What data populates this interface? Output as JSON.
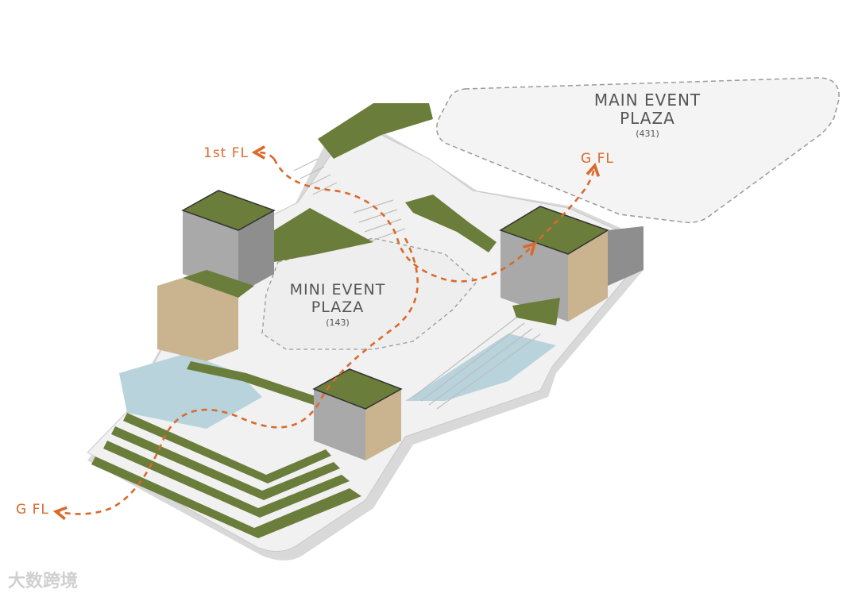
{
  "plazas": {
    "main": {
      "name_line1": "MAIN EVENT",
      "name_line2": "PLAZA",
      "area": "(431)"
    },
    "mini": {
      "name_line1": "MINI EVENT",
      "name_line2": "PLAZA",
      "area": "(143)"
    }
  },
  "floor_labels": {
    "first": "1st FL",
    "ground_right": "G FL",
    "ground_left": "G FL"
  },
  "watermark": "大数跨境",
  "colors": {
    "route": "#d96a2c",
    "green_roof": "#6b7d3a",
    "water": "#b8d3dc",
    "wood": "#c9b48f",
    "glass": "#a9a9a9",
    "platform": "#f1f1f1"
  }
}
